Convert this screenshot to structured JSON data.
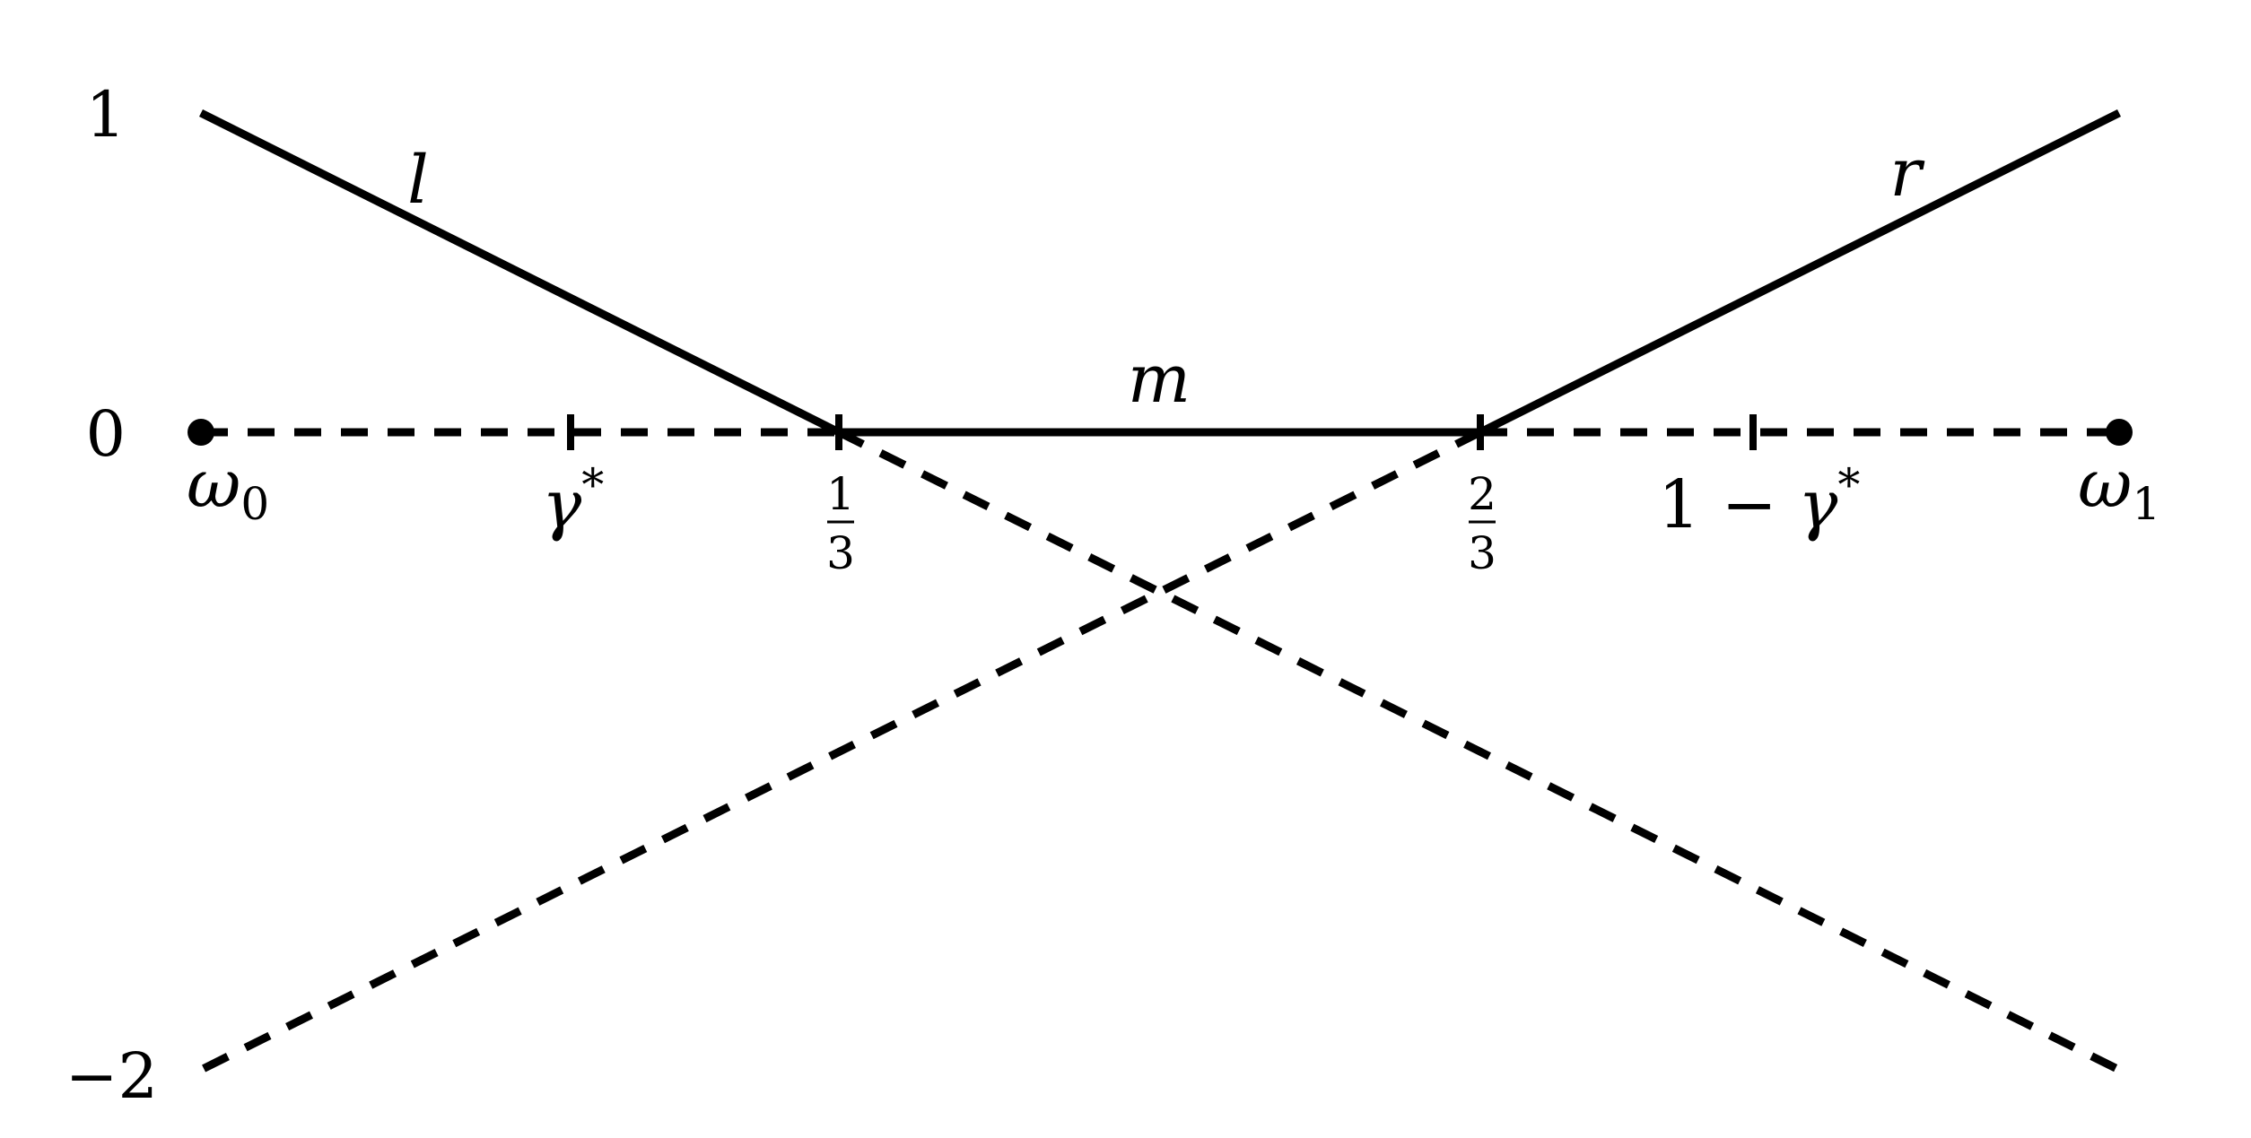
{
  "diagram": {
    "y_axis_labels": {
      "one": "1",
      "zero": "0",
      "minus_two": "−2"
    },
    "x_axis_labels": {
      "omega0": {
        "base": "ω",
        "sub": "0"
      },
      "gamma_star": {
        "base": "γ",
        "sup": "*"
      },
      "one_third": {
        "num": "1",
        "den": "3"
      },
      "two_thirds": {
        "num": "2",
        "den": "3"
      },
      "one_minus_gamma_star": {
        "prefix": "1 − ",
        "base": "γ",
        "sup": "*"
      },
      "omega1": {
        "base": "ω",
        "sub": "1"
      }
    },
    "line_labels": {
      "l": "l",
      "m": "m",
      "r": "r"
    },
    "colors": {
      "ink": "#000000",
      "background": "#ffffff"
    }
  }
}
